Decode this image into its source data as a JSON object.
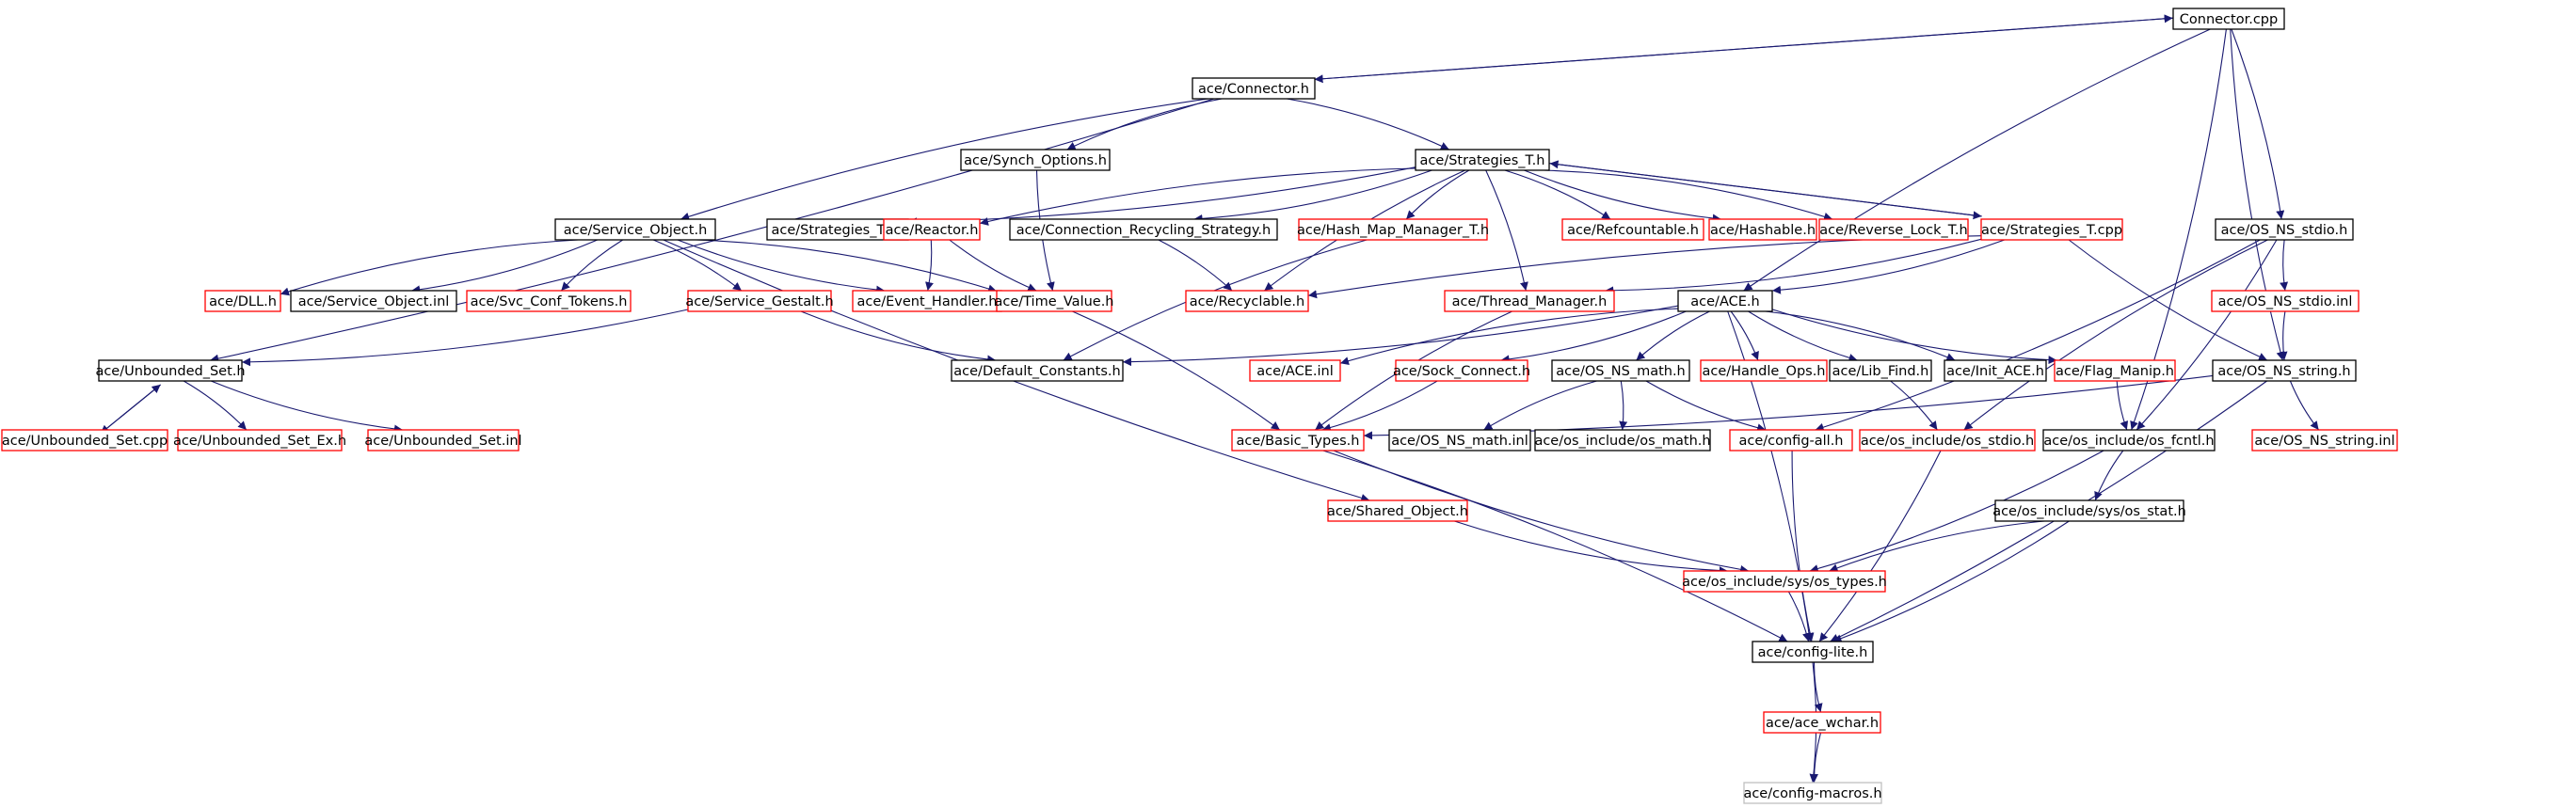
{
  "diagram": {
    "title": "",
    "colors": {
      "edge": "#191970",
      "root_fill": "#bfbfbf",
      "default_border": "#000000",
      "linked_border": "#ff0000",
      "missing_border": "#bfbfbf"
    },
    "nodes": [
      {
        "id": "connector_cpp",
        "label": "Connector.cpp",
        "style": "root"
      },
      {
        "id": "connector_h",
        "label": "ace/Connector.h",
        "style": "default"
      },
      {
        "id": "synch_options_h",
        "label": "ace/Synch_Options.h",
        "style": "default"
      },
      {
        "id": "strategies_t_h",
        "label": "ace/Strategies_T.h",
        "style": "default"
      },
      {
        "id": "service_object_h",
        "label": "ace/Service_Object.h",
        "style": "default"
      },
      {
        "id": "strategies_t_inl",
        "label": "ace/Strategies_T.inl",
        "style": "default"
      },
      {
        "id": "reactor_h",
        "label": "ace/Reactor.h",
        "style": "linked"
      },
      {
        "id": "conn_recycling_h",
        "label": "ace/Connection_Recycling_Strategy.h",
        "style": "default"
      },
      {
        "id": "hash_map_manager_h",
        "label": "ace/Hash_Map_Manager_T.h",
        "style": "linked"
      },
      {
        "id": "refcountable_h",
        "label": "ace/Refcountable.h",
        "style": "linked"
      },
      {
        "id": "hashable_h",
        "label": "ace/Hashable.h",
        "style": "linked"
      },
      {
        "id": "reverse_lock_h",
        "label": "ace/Reverse_Lock_T.h",
        "style": "linked"
      },
      {
        "id": "strategies_t_cpp",
        "label": "ace/Strategies_T.cpp",
        "style": "linked"
      },
      {
        "id": "os_ns_stdio_h",
        "label": "ace/OS_NS_stdio.h",
        "style": "default"
      },
      {
        "id": "dll_h",
        "label": "ace/DLL.h",
        "style": "linked"
      },
      {
        "id": "service_object_inl",
        "label": "ace/Service_Object.inl",
        "style": "default"
      },
      {
        "id": "svc_conf_tokens_h",
        "label": "ace/Svc_Conf_Tokens.h",
        "style": "linked"
      },
      {
        "id": "service_gestalt_h",
        "label": "ace/Service_Gestalt.h",
        "style": "linked"
      },
      {
        "id": "event_handler_h",
        "label": "ace/Event_Handler.h",
        "style": "linked"
      },
      {
        "id": "time_value_h",
        "label": "ace/Time_Value.h",
        "style": "linked"
      },
      {
        "id": "recyclable_h",
        "label": "ace/Recyclable.h",
        "style": "linked"
      },
      {
        "id": "thread_manager_h",
        "label": "ace/Thread_Manager.h",
        "style": "linked"
      },
      {
        "id": "ace_h",
        "label": "ace/ACE.h",
        "style": "default"
      },
      {
        "id": "os_ns_stdio_inl",
        "label": "ace/OS_NS_stdio.inl",
        "style": "linked"
      },
      {
        "id": "unbounded_set_h",
        "label": "ace/Unbounded_Set.h",
        "style": "default"
      },
      {
        "id": "default_constants_h",
        "label": "ace/Default_Constants.h",
        "style": "default"
      },
      {
        "id": "ace_inl",
        "label": "ace/ACE.inl",
        "style": "linked"
      },
      {
        "id": "sock_connect_h",
        "label": "ace/Sock_Connect.h",
        "style": "linked"
      },
      {
        "id": "os_ns_math_h",
        "label": "ace/OS_NS_math.h",
        "style": "default"
      },
      {
        "id": "handle_ops_h",
        "label": "ace/Handle_Ops.h",
        "style": "linked"
      },
      {
        "id": "lib_find_h",
        "label": "ace/Lib_Find.h",
        "style": "default"
      },
      {
        "id": "init_ace_h",
        "label": "ace/Init_ACE.h",
        "style": "default"
      },
      {
        "id": "flag_manip_h",
        "label": "ace/Flag_Manip.h",
        "style": "linked"
      },
      {
        "id": "os_ns_string_h",
        "label": "ace/OS_NS_string.h",
        "style": "default"
      },
      {
        "id": "unbounded_set_cpp",
        "label": "ace/Unbounded_Set.cpp",
        "style": "linked"
      },
      {
        "id": "unbounded_set_ex_h",
        "label": "ace/Unbounded_Set_Ex.h",
        "style": "linked"
      },
      {
        "id": "unbounded_set_inl",
        "label": "ace/Unbounded_Set.inl",
        "style": "linked"
      },
      {
        "id": "basic_types_h",
        "label": "ace/Basic_Types.h",
        "style": "linked"
      },
      {
        "id": "os_ns_math_inl",
        "label": "ace/OS_NS_math.inl",
        "style": "default"
      },
      {
        "id": "os_include_os_math_h",
        "label": "ace/os_include/os_math.h",
        "style": "default"
      },
      {
        "id": "config_all_h",
        "label": "ace/config-all.h",
        "style": "linked"
      },
      {
        "id": "os_include_os_stdio_h",
        "label": "ace/os_include/os_stdio.h",
        "style": "linked"
      },
      {
        "id": "os_include_os_fcntl_h",
        "label": "ace/os_include/os_fcntl.h",
        "style": "default"
      },
      {
        "id": "os_ns_string_inl",
        "label": "ace/OS_NS_string.inl",
        "style": "linked"
      },
      {
        "id": "os_include_sys_os_stat_h",
        "label": "ace/os_include/sys/os_stat.h",
        "style": "default"
      },
      {
        "id": "shared_object_h",
        "label": "ace/Shared_Object.h",
        "style": "linked"
      },
      {
        "id": "os_include_sys_os_types_h",
        "label": "ace/os_include/sys/os_types.h",
        "style": "linked"
      },
      {
        "id": "config_lite_h",
        "label": "ace/config-lite.h",
        "style": "default"
      },
      {
        "id": "ace_wchar_h",
        "label": "ace/ace_wchar.h",
        "style": "linked"
      },
      {
        "id": "config_macros_h",
        "label": "ace/config-macros.h",
        "style": "missing"
      }
    ],
    "edges": [
      [
        "connector_cpp",
        "connector_h"
      ],
      [
        "connector_h",
        "connector_cpp"
      ],
      [
        "connector_cpp",
        "ace_h"
      ],
      [
        "connector_cpp",
        "os_ns_stdio_h"
      ],
      [
        "connector_cpp",
        "os_ns_string_h"
      ],
      [
        "connector_cpp",
        "os_include_os_fcntl_h"
      ],
      [
        "connector_h",
        "synch_options_h"
      ],
      [
        "connector_h",
        "strategies_t_h"
      ],
      [
        "connector_h",
        "service_object_h"
      ],
      [
        "connector_h",
        "unbounded_set_h"
      ],
      [
        "synch_options_h",
        "time_value_h"
      ],
      [
        "strategies_t_h",
        "strategies_t_inl"
      ],
      [
        "strategies_t_h",
        "reactor_h"
      ],
      [
        "strategies_t_h",
        "conn_recycling_h"
      ],
      [
        "strategies_t_h",
        "hash_map_manager_h"
      ],
      [
        "strategies_t_h",
        "refcountable_h"
      ],
      [
        "strategies_t_h",
        "hashable_h"
      ],
      [
        "strategies_t_h",
        "reverse_lock_h"
      ],
      [
        "strategies_t_h",
        "strategies_t_cpp"
      ],
      [
        "strategies_t_cpp",
        "strategies_t_h"
      ],
      [
        "strategies_t_h",
        "recyclable_h"
      ],
      [
        "strategies_t_h",
        "thread_manager_h"
      ],
      [
        "service_object_h",
        "dll_h"
      ],
      [
        "service_object_h",
        "service_object_inl"
      ],
      [
        "service_object_h",
        "svc_conf_tokens_h"
      ],
      [
        "service_object_h",
        "service_gestalt_h"
      ],
      [
        "service_object_h",
        "event_handler_h"
      ],
      [
        "service_object_h",
        "time_value_h"
      ],
      [
        "service_object_h",
        "shared_object_h"
      ],
      [
        "reactor_h",
        "event_handler_h"
      ],
      [
        "reactor_h",
        "time_value_h"
      ],
      [
        "conn_recycling_h",
        "recyclable_h"
      ],
      [
        "hash_map_manager_h",
        "default_constants_h"
      ],
      [
        "strategies_t_cpp",
        "thread_manager_h"
      ],
      [
        "strategies_t_cpp",
        "recyclable_h"
      ],
      [
        "strategies_t_cpp",
        "ace_h"
      ],
      [
        "strategies_t_cpp",
        "os_ns_string_h"
      ],
      [
        "service_gestalt_h",
        "unbounded_set_h"
      ],
      [
        "service_gestalt_h",
        "default_constants_h"
      ],
      [
        "time_value_h",
        "basic_types_h"
      ],
      [
        "thread_manager_h",
        "basic_types_h"
      ],
      [
        "ace_h",
        "default_constants_h"
      ],
      [
        "ace_h",
        "ace_inl"
      ],
      [
        "ace_h",
        "sock_connect_h"
      ],
      [
        "ace_h",
        "os_ns_math_h"
      ],
      [
        "ace_h",
        "handle_ops_h"
      ],
      [
        "ace_h",
        "lib_find_h"
      ],
      [
        "ace_h",
        "init_ace_h"
      ],
      [
        "ace_h",
        "flag_manip_h"
      ],
      [
        "ace_h",
        "config_lite_h"
      ],
      [
        "os_ns_stdio_h",
        "os_ns_stdio_inl"
      ],
      [
        "os_ns_stdio_h",
        "config_all_h"
      ],
      [
        "os_ns_stdio_h",
        "os_include_os_stdio_h"
      ],
      [
        "os_ns_stdio_h",
        "os_include_os_fcntl_h"
      ],
      [
        "os_ns_stdio_inl",
        "os_ns_string_h"
      ],
      [
        "unbounded_set_h",
        "unbounded_set_cpp"
      ],
      [
        "unbounded_set_cpp",
        "unbounded_set_h"
      ],
      [
        "unbounded_set_h",
        "unbounded_set_ex_h"
      ],
      [
        "unbounded_set_h",
        "unbounded_set_inl"
      ],
      [
        "sock_connect_h",
        "basic_types_h"
      ],
      [
        "os_ns_math_h",
        "os_ns_math_inl"
      ],
      [
        "os_ns_math_h",
        "os_include_os_math_h"
      ],
      [
        "os_ns_math_h",
        "config_all_h"
      ],
      [
        "lib_find_h",
        "os_include_os_stdio_h"
      ],
      [
        "flag_manip_h",
        "os_include_os_fcntl_h"
      ],
      [
        "os_ns_string_h",
        "basic_types_h"
      ],
      [
        "os_ns_string_h",
        "os_ns_string_inl"
      ],
      [
        "os_ns_string_h",
        "config_lite_h"
      ],
      [
        "basic_types_h",
        "os_include_sys_os_types_h"
      ],
      [
        "basic_types_h",
        "config_lite_h"
      ],
      [
        "config_all_h",
        "config_lite_h"
      ],
      [
        "os_include_os_stdio_h",
        "config_lite_h"
      ],
      [
        "os_include_os_fcntl_h",
        "os_include_sys_os_stat_h"
      ],
      [
        "os_include_os_fcntl_h",
        "os_include_sys_os_types_h"
      ],
      [
        "os_include_sys_os_stat_h",
        "os_include_sys_os_types_h"
      ],
      [
        "os_include_sys_os_stat_h",
        "config_lite_h"
      ],
      [
        "shared_object_h",
        "os_include_sys_os_types_h"
      ],
      [
        "os_include_sys_os_types_h",
        "config_lite_h"
      ],
      [
        "config_lite_h",
        "ace_wchar_h"
      ],
      [
        "config_lite_h",
        "config_macros_h"
      ],
      [
        "ace_wchar_h",
        "config_macros_h"
      ]
    ]
  }
}
